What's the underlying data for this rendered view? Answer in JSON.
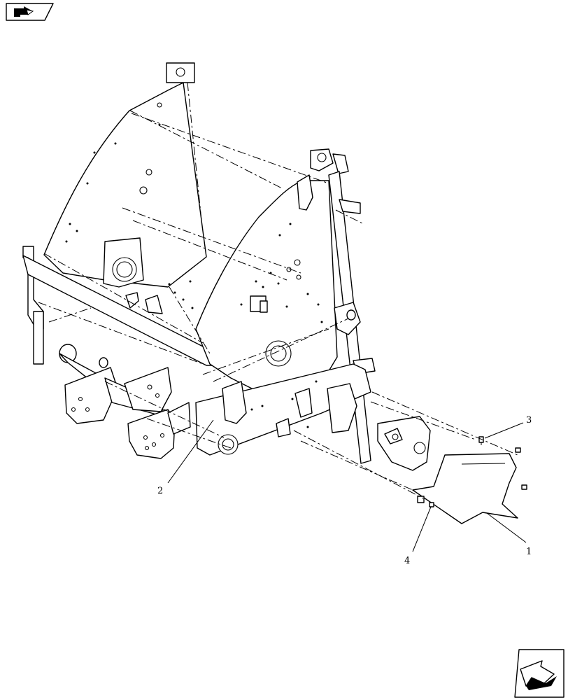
{
  "callouts": {
    "c1": "1",
    "c2": "2",
    "c3": "3",
    "c4": "4"
  },
  "icons": {
    "top_left": "previous-page-arrow-icon",
    "bottom_right": "next-page-arrow-icon"
  },
  "colors": {
    "ink": "#000000",
    "paper": "#ffffff"
  }
}
